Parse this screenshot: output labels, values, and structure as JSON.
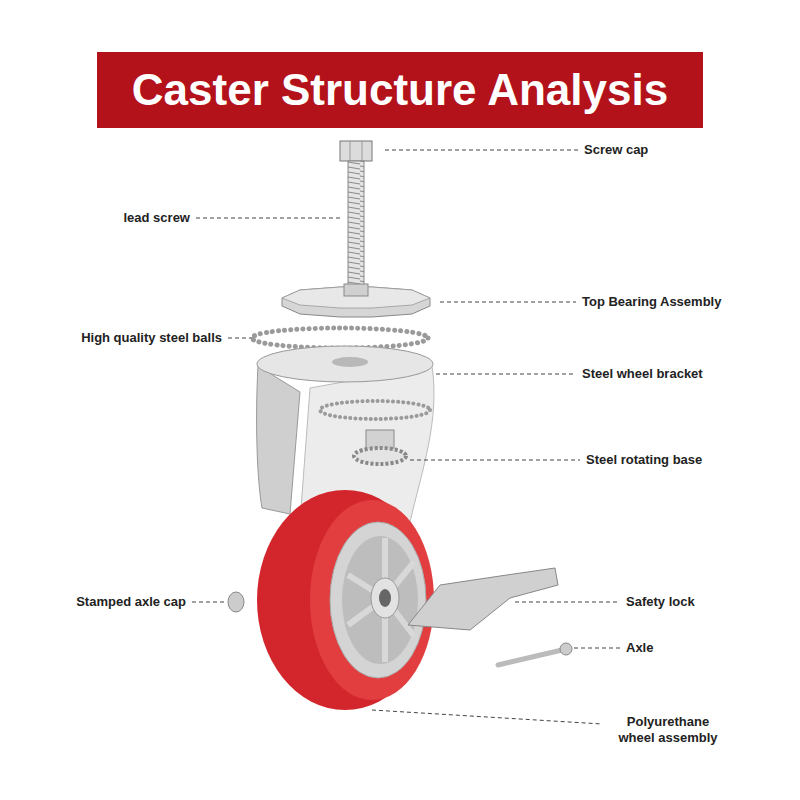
{
  "diagram": {
    "title": "Caster Structure Analysis",
    "labels": [
      "Screw cap",
      "lead screw",
      "Top Bearing Assembly",
      "High quality steel balls",
      "Steel wheel bracket",
      "Steel rotating base",
      "Stamped axle cap",
      "Safety lock",
      "Axle",
      "Polyurethane wheel assembly"
    ]
  }
}
